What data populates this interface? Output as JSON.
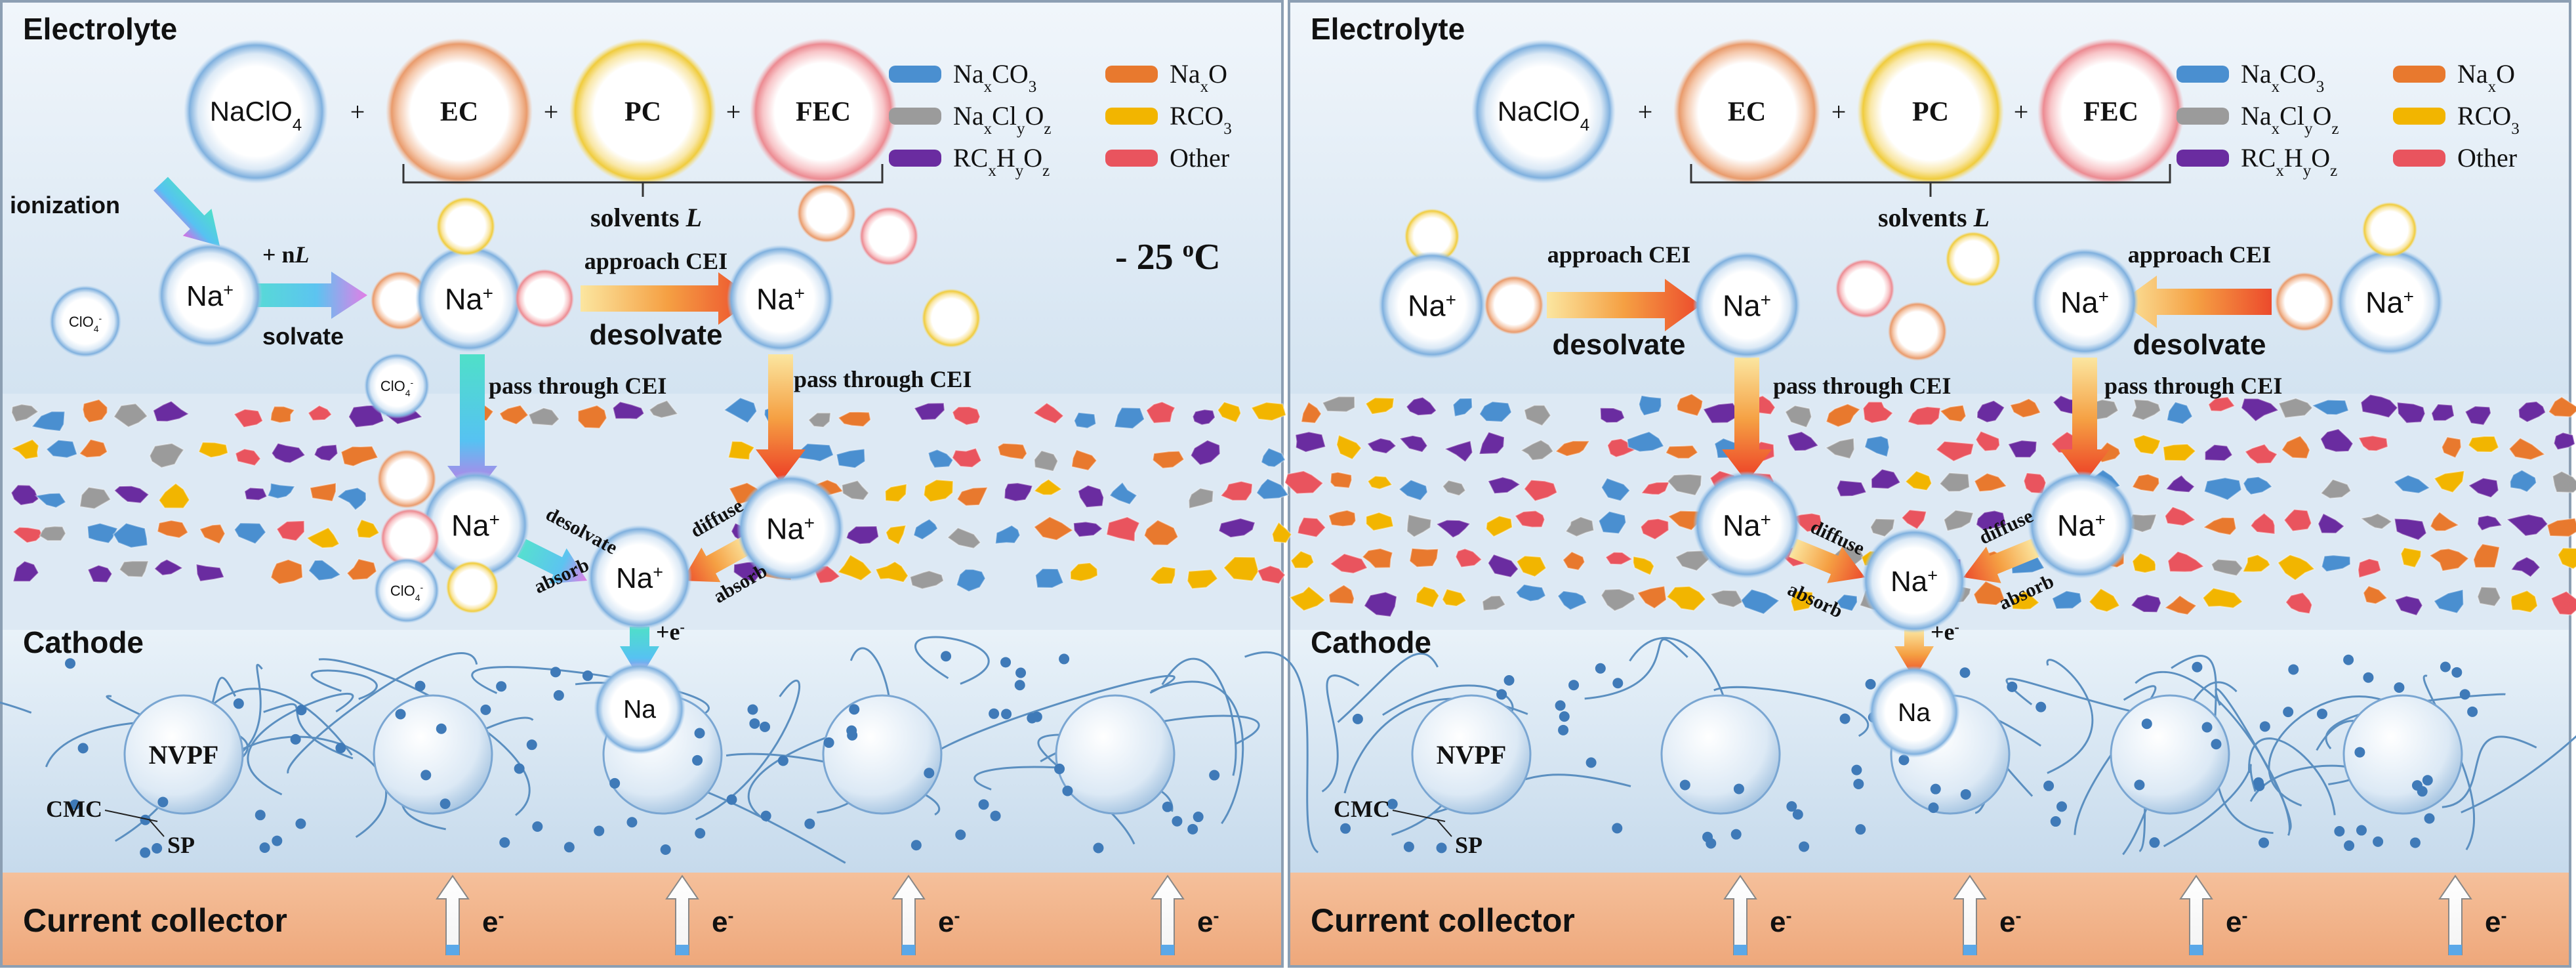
{
  "panels": [
    {
      "electrolyte_label": "Electrolyte",
      "salt": "NaClO",
      "salt_sub": "4",
      "solvents": [
        "EC",
        "PC",
        "FEC"
      ],
      "plus": "+",
      "solvents_label": "solvents ",
      "solvents_symbol": "L",
      "temperature": "- 25 ",
      "temperature_sup": "o",
      "temperature_unit": "C",
      "ionization": "ionization",
      "plus_nL": "+ n",
      "plus_nL_symbol": "L",
      "solvate": "solvate",
      "approach_cei": "approach CEI",
      "desolvate": "desolvate",
      "pass_through_cei": "pass through CEI",
      "diffuse": "diffuse",
      "absorb": "absorb",
      "plus_e": "+e",
      "cathode_label": "Cathode",
      "nvpf": "NVPF",
      "cmc": "CMC",
      "sp": "SP",
      "collector_label": "Current collector",
      "electron": "e",
      "electron_sup": "-",
      "na": "Na",
      "na_ion_sup": "+",
      "clo": "ClO",
      "clo_sub": "4",
      "clo_sup": "-"
    },
    {
      "electrolyte_label": "Electrolyte",
      "salt": "NaClO",
      "salt_sub": "4",
      "solvents": [
        "EC",
        "PC",
        "FEC"
      ],
      "plus": "+",
      "solvents_label": "solvents ",
      "solvents_symbol": "L",
      "approach_cei": "approach CEI",
      "desolvate": "desolvate",
      "pass_through_cei": "pass through CEI",
      "diffuse": "diffuse",
      "absorb": "absorb",
      "plus_e": "+e",
      "cathode_label": "Cathode",
      "nvpf": "NVPF",
      "cmc": "CMC",
      "sp": "SP",
      "collector_label": "Current collector",
      "electron": "e",
      "electron_sup": "-",
      "na": "Na",
      "na_ion_sup": "+"
    }
  ],
  "legend": [
    {
      "parts": [
        [
          "Na",
          ""
        ],
        [
          "x",
          "sub"
        ],
        [
          "CO",
          ""
        ],
        [
          "3",
          "sub"
        ]
      ],
      "color": "#4a8fd0"
    },
    {
      "parts": [
        [
          "Na",
          ""
        ],
        [
          "x",
          "sub"
        ],
        [
          "O",
          ""
        ]
      ],
      "color": "#e8792e"
    },
    {
      "parts": [
        [
          "Na",
          ""
        ],
        [
          "x",
          "sub"
        ],
        [
          "Cl",
          ""
        ],
        [
          "y",
          "sub"
        ],
        [
          "O",
          ""
        ],
        [
          "z",
          "sub"
        ]
      ],
      "color": "#9b9b9b"
    },
    {
      "parts": [
        [
          "RCO",
          ""
        ],
        [
          "3",
          "sub"
        ]
      ],
      "color": "#f2b500"
    },
    {
      "parts": [
        [
          "RC",
          ""
        ],
        [
          "x",
          "sub"
        ],
        [
          "H",
          ""
        ],
        [
          "y",
          "sub"
        ],
        [
          "O",
          ""
        ],
        [
          "z",
          "sub"
        ]
      ],
      "color": "#6a2ca0"
    },
    {
      "parts": [
        [
          "Other",
          ""
        ]
      ],
      "color": "#e9545e"
    }
  ],
  "colors": {
    "electrolyte_bg": "#e6f0f8",
    "cathode_bg": "#d6e6f3",
    "collector": "#f2b58c",
    "ion_ring": "#7fb2e0",
    "ec": "#e89a6a",
    "pc": "#f3d24a",
    "fec": "#ee8f96",
    "arrow_orange": "#f37a2a",
    "arrow_cyan": "#4fd3d8",
    "arrow_violet": "#d36be0",
    "fiber": "#5b8fc0"
  }
}
